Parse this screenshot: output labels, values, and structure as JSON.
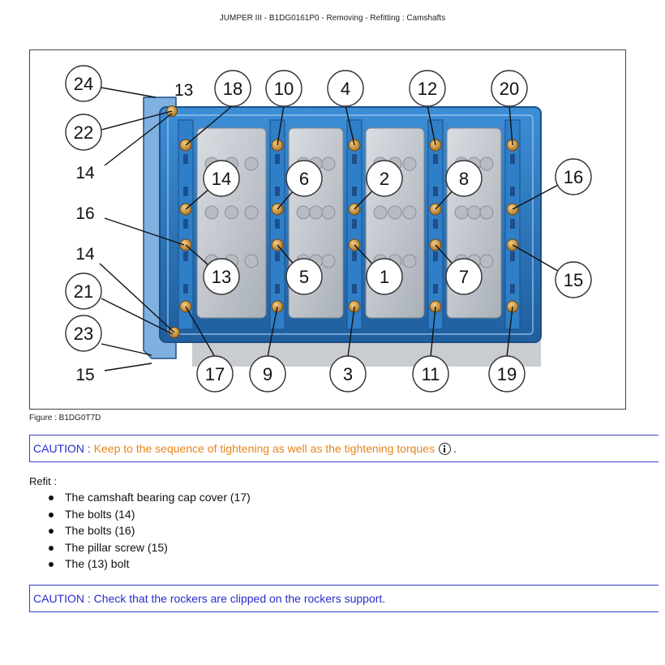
{
  "header": {
    "title": "JUMPER III - B1DG0161P0 - Removing - Refitting : Camshafts"
  },
  "figure": {
    "caption": "Figure : B1DG0T7D",
    "left_callouts": [
      {
        "label": "24",
        "circled": true
      },
      {
        "label": "13",
        "circled": false
      },
      {
        "label": "22",
        "circled": true
      },
      {
        "label": "14",
        "circled": false
      },
      {
        "label": "16",
        "circled": false
      },
      {
        "label": "14",
        "circled": false
      },
      {
        "label": "21",
        "circled": true
      },
      {
        "label": "23",
        "circled": true
      },
      {
        "label": "15",
        "circled": false
      }
    ],
    "top_row": [
      "18",
      "10",
      "4",
      "12",
      "20"
    ],
    "row2": [
      "14",
      "6",
      "2",
      "8",
      "16"
    ],
    "row3": [
      "13",
      "5",
      "1",
      "7",
      "15"
    ],
    "bottom_row": [
      "17",
      "9",
      "3",
      "11",
      "19"
    ],
    "colors": {
      "cover": "#2f7fc8",
      "cover_dark": "#1d4f8a",
      "bolt": "#c8902f",
      "bracket": "#7fb0e0"
    }
  },
  "caution1": {
    "tag": "CAUTION : ",
    "message": "Keep to the sequence of tightening as well as the tightening torques",
    "icon": "info-icon",
    "suffix": "."
  },
  "refit": {
    "label": "Refit :",
    "items": [
      "The camshaft bearing cap cover (17)",
      "The bolts (14)",
      "The bolts (16)",
      "The pillar screw (15)",
      "The (13) bolt"
    ]
  },
  "caution2": {
    "tag": "CAUTION : ",
    "message": "Check that the rockers are clipped on the rockers support."
  }
}
